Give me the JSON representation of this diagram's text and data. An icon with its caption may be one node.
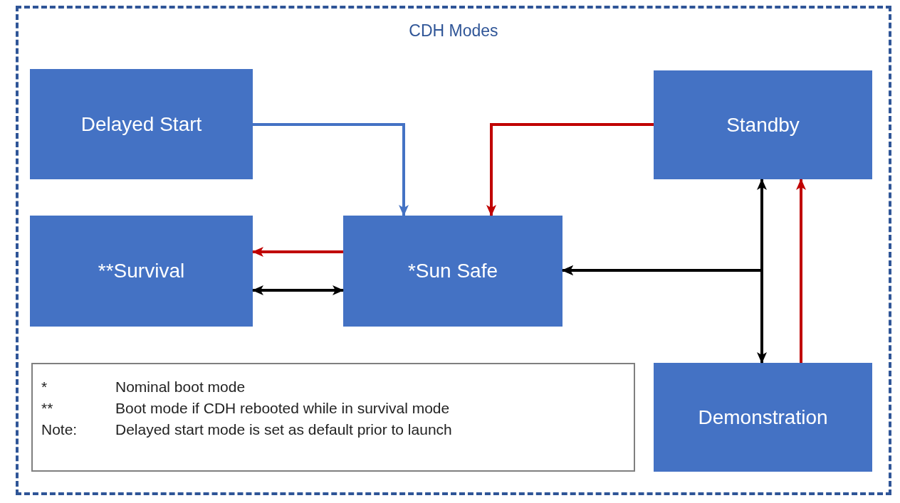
{
  "diagram": {
    "nodes": [
      {
        "text": [
          "CDH Modes"
        ]
      },
      {
        "text": [
          "Delayed Start"
        ],
        "in": 0
      },
      {
        "text": [
          "Standby"
        ],
        "in": 0
      },
      {
        "text": [
          "**Survival"
        ],
        "in": 0
      },
      {
        "text": [
          "*Sun Safe"
        ],
        "in": 0
      },
      {
        "text": [
          "Demonstration"
        ],
        "in": 0
      },
      {
        "text": [
          "*",
          "Nominal boot mode",
          "**",
          "Boot mode if CDH rebooted while in survival mode",
          "Note:",
          "Delayed start mode is set as default prior to launch"
        ],
        "in": 0
      }
    ],
    "edges": [
      {
        "from": 1,
        "to": 4,
        "arrow": "to",
        "color": "#4472c4"
      },
      {
        "from": 2,
        "to": 4,
        "arrow": "to",
        "color": "#c00000"
      },
      {
        "from": 4,
        "to": 3,
        "arrow": "to",
        "color": "#c00000"
      },
      {
        "from": 3,
        "to": 4,
        "arrow": "both",
        "color": "#000000"
      },
      {
        "from": 4,
        "to": 2,
        "arrow": "both",
        "color": "#000000"
      },
      {
        "from": 4,
        "to": 5,
        "arrow": "both",
        "color": "#000000"
      },
      {
        "from": 5,
        "to": 2,
        "arrow": "to",
        "color": "#c00000"
      }
    ]
  }
}
